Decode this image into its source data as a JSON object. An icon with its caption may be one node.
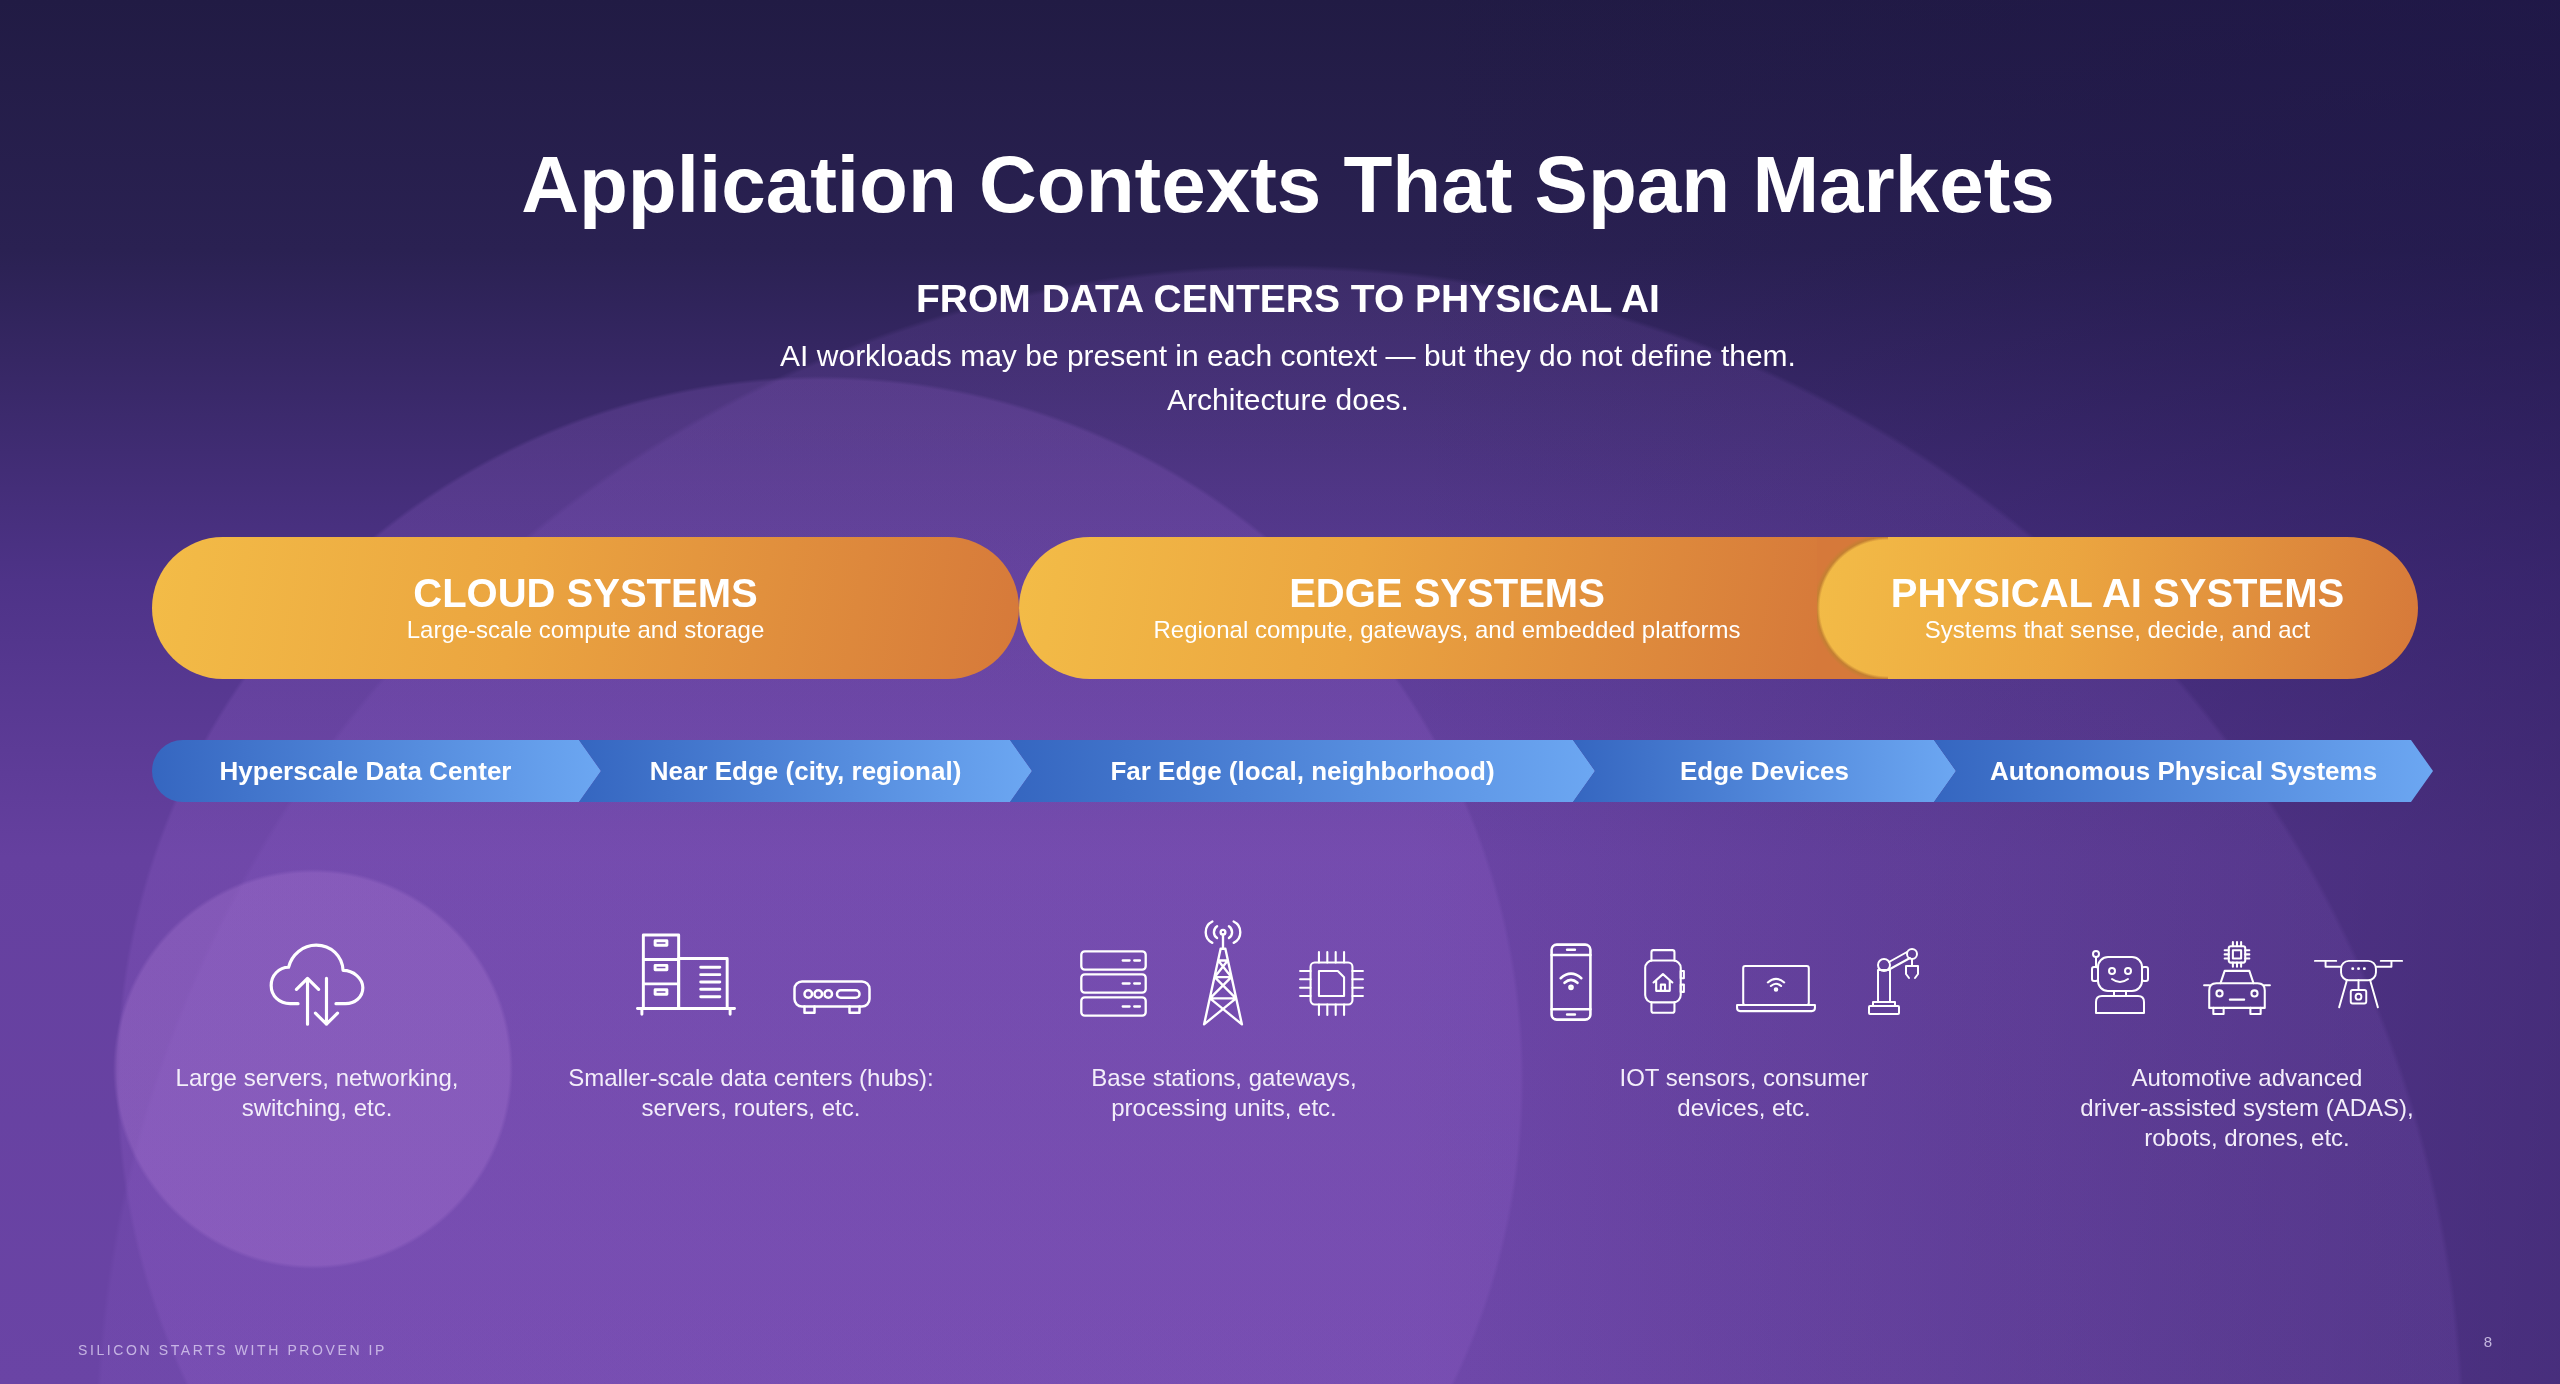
{
  "diagram": {
    "title": "Application Contexts That Span Markets",
    "nodes": [
      {
        "text": [
          "CLOUD SYSTEMS",
          "Large-scale compute and storage"
        ]
      },
      {
        "text": [
          "EDGE SYSTEMS",
          "Regional compute, gateways, and embedded platforms"
        ]
      },
      {
        "text": [
          "PHYSICAL AI SYSTEMS",
          "Systems that sense, decide, and act"
        ]
      },
      {
        "text": [
          "Hyperscale Data Center"
        ]
      },
      {
        "text": [
          "Near Edge (city, regional)"
        ]
      },
      {
        "text": [
          "Far Edge (local, neighborhood)"
        ]
      },
      {
        "text": [
          "Edge Devices"
        ]
      },
      {
        "text": [
          "Autonomous Physical Systems"
        ]
      }
    ],
    "labels": [
      "FROM DATA CENTERS TO PHYSICAL AI",
      "AI workloads may be present in each context — but they do not define them. Architecture does.",
      "Large servers, networking, switching, etc.",
      "Smaller-scale data centers (hubs): servers, routers, etc.",
      "Base stations, gateways, processing units, etc.",
      "IOT sensors, consumer devices, etc.",
      "Automotive advanced driver-assisted system (ADAS), robots, drones, etc.",
      "SILICON STARTS WITH PROVEN IP",
      "8"
    ]
  }
}
